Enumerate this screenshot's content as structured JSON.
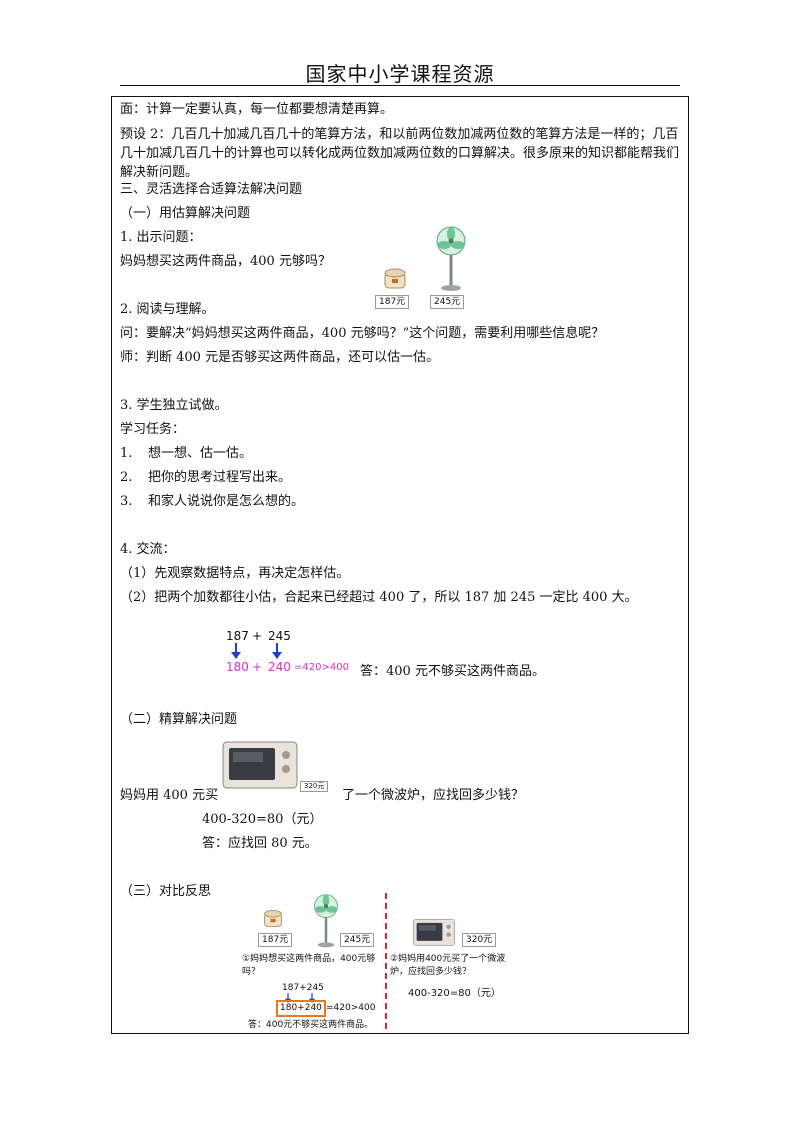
{
  "header": {
    "title": "国家中小学课程资源"
  },
  "content": {
    "line1": "面：计算一定要认真，每一位都要想清楚再算。",
    "preset2": "预设 2：几百几十加减几百几十的笔算方法，和以前两位数加减两位数的笔算方法是一样的；几百几十加减几百几十的计算也可以转化成两位数加减两位数的口算解决。很多原来的知识都能帮我们解决新问题。",
    "section3": "三、灵活选择合适算法解决问题",
    "sub1": "（一）用估算解决问题",
    "q1": "1. 出示问题：",
    "q1_text": "妈妈想买这两件商品，400 元够吗？",
    "price_cooker": "187元",
    "price_fan": "245元",
    "read": "2. 阅读与理解。",
    "ask": "问：要解决“妈妈想买这两件商品，400 元够吗？”这个问题，需要利用哪些信息呢？",
    "teacher": "师：判断 400 元是否够买这两件商品，还可以估一估。",
    "try": "3. 学生独立试做。",
    "task": "学习任务：",
    "task1_num": "1.",
    "task1": "想一想、估一估。",
    "task2_num": "2.",
    "task2": "把你的思考过程写出来。",
    "task3_num": "3.",
    "task3": "和家人说说你是怎么想的。",
    "exchange": "4. 交流：",
    "ex1": "（1）先观察数据特点，再决定怎样估。",
    "ex2": "（2）把两个加数都往小估，合起来已经超过 400 了，所以 187 加 245 一定比 400 大。",
    "calc_top_a": "187",
    "calc_top_plus": "+",
    "calc_top_b": "245",
    "calc_bottom_a": "180",
    "calc_bottom_plus": "+",
    "calc_bottom_b": "240",
    "calc_bottom_rest": "=420>400",
    "answer1": "答：400 元不够买这两件商品。",
    "sub2": "（二）精算解决问题",
    "mw_left": "妈妈用 400 元买",
    "mw_right": "了一个微波炉，应找回多少钱？",
    "price_mw": "320元",
    "exact_calc": "400-320=80（元）",
    "answer2": "答：应找回 80 元。",
    "sub3": "（三）对比反思",
    "cmp_price_cooker": "187元",
    "cmp_price_fan": "245元",
    "cmp_q1": "①妈妈想买这两件商品，400元够吗？",
    "cmp_top": "187+245",
    "cmp_box": "180+240",
    "cmp_rest": "=420>400",
    "cmp_ans": "答：400元不够买这两件商品。",
    "cmp_price_mw": "320元",
    "cmp_q2": "②妈妈用400元买了一个微波炉，应找回多少钱？",
    "cmp_calc": "400-320=80（元）"
  }
}
